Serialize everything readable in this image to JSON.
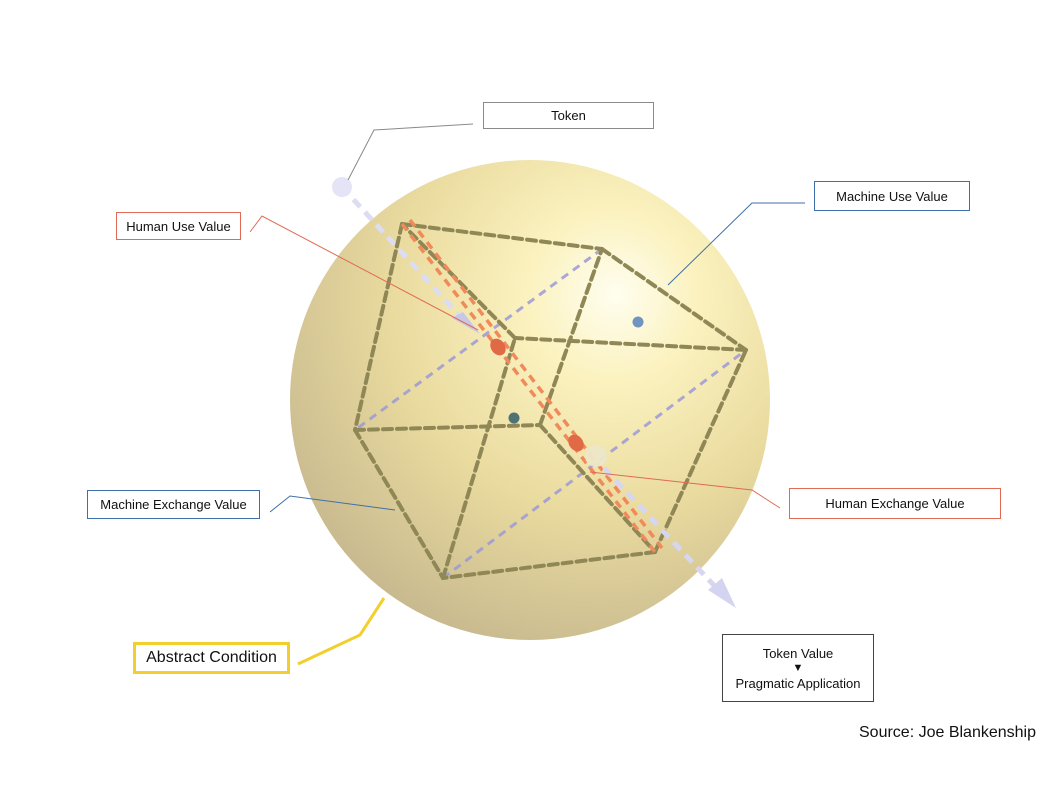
{
  "labels": {
    "token": "Token",
    "human_use_value": "Human Use Value",
    "machine_use_value": "Machine Use Value",
    "machine_exchange_value": "Machine Exchange Value",
    "human_exchange_value": "Human Exchange Value",
    "abstract_condition": "Abstract Condition",
    "token_value": "Token Value",
    "arrow_glyph": "▼",
    "pragmatic_application": "Pragmatic Application"
  },
  "source": "Source: Joe Blankenship",
  "colors": {
    "sphere_highlight": "#fffde6",
    "sphere_mid": "#f0e2a2",
    "sphere_shadow": "#c6b890",
    "cube_edge": "#8f8756",
    "human_plane": "#f08a5a",
    "machine_plane": "#9c9ad8",
    "token_axis": "#dcdcf2",
    "human_leader": "#e06a55",
    "machine_leader": "#3f6fa8",
    "condition_leader": "#f2cf2c"
  }
}
